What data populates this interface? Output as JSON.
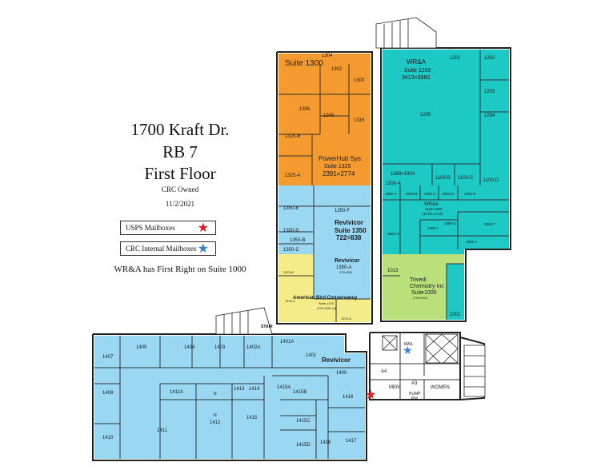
{
  "title": {
    "line1": "1700 Kraft Dr.",
    "line2": "RB 7",
    "line3": "First Floor",
    "owner": "CRC Owned",
    "date": "11/2/2021"
  },
  "legend": {
    "usps": "USPS Mailboxes",
    "usps_color": "#e01a1a",
    "crc": "CRC Internal Mailboxes",
    "crc_color": "#2f7fe0"
  },
  "note": "WR&A has First Right on Suite 1000",
  "colors": {
    "orange": "#f59a2e",
    "teal": "#1cc9c4",
    "blue": "#9ad7f3",
    "yellow": "#f3ec88",
    "green": "#b9e07a",
    "wall": "#222222"
  },
  "suites": {
    "s1300": "Suite 1300",
    "wra_name": "WR&A",
    "wra_suite": "Suite 1200",
    "wra_sf": "3413=3960",
    "powerhub_name": "PowerHub Sys.",
    "powerhub_suite": "Suite 1325",
    "powerhub_sf": "2391=2774",
    "rev1350_name": "Revivicor",
    "rev1350_suite": "Suite 1350",
    "rev1350_sf": "722=838",
    "rev_b_name": "Revivicor",
    "rev_b_room": "1350-A",
    "rev_b_sf": "476=558",
    "abc_name": "American Bird Conservancy",
    "abc_suite": "Suite 1375",
    "abc_sf": "(727=843 rsf)",
    "wra1050_name": "WR&A",
    "wra1050_suite": "Suite 1050",
    "wra1050_sf": "(1478=1712)",
    "trivedi_name": "Trivedi",
    "trivedi_name2": "Chemistry Inc",
    "trivedi_suite": "Suite1000",
    "trivedi_sf": "(794=921)",
    "rev_main": "Revivicor",
    "sf_1689": "1689=1924"
  },
  "rooms": {
    "r1304": "1304",
    "r1302": "1302",
    "r1300": "1300",
    "r1306": "1306",
    "r1308": "1308",
    "r1315": "1315",
    "r1325b": "1325-B",
    "r1325a": "1325-A",
    "r1201": "1201",
    "r1202": "1202",
    "r1203": "1203",
    "r1204": "1204",
    "r1205": "1205",
    "r1100b": "1100-B",
    "r1100c": "1100-C",
    "r1100d": "1100-D",
    "r1100a": "1100-A",
    "r1350e": "1350-E",
    "r1350f": "1350-F",
    "r1350d": "1350-D",
    "r1350b": "1350-B",
    "r1350c": "1350-C",
    "r1375b": "1375-B",
    "r1375c": "1375-C",
    "r1375a": "1375-A",
    "r1050a": "1050-A",
    "r1050b": "1050-B",
    "r1050c": "1050-C",
    "r1050d": "1050-D",
    "r1050e": "1050-E",
    "r1050f": "1050-F",
    "r1050g": "1050-G",
    "r1050h": "1050-H",
    "r1050i": "1050-I",
    "r1050j": "1050-J",
    "r1013": "1013",
    "r1001": "1001",
    "r1407": "1407",
    "r1405": "1405",
    "r1404": "1404",
    "r1403": "1403",
    "r1402a": "1402A",
    "r1401a": "1401A",
    "r1401": "1401",
    "r1400": "1400",
    "r1408": "1408",
    "r1411a": "1411A",
    "r1413": "1413",
    "r1414": "1414",
    "r1415a": "1415A",
    "r1415b": "1415B",
    "r1416": "1416",
    "r1411": "1411",
    "r1412": "1412",
    "r1415": "1415",
    "r1415c": "1415C",
    "r1410": "1410",
    "r1415d": "1415D",
    "r1418": "1418",
    "r1417": "1417"
  },
  "labels": {
    "stair": "STAIR",
    "mail": "MAIL",
    "men": "MEN",
    "women": "WOMEN",
    "pump": "PUMP",
    "rm": "RM",
    "a4": "A4",
    "a3": "A3",
    "n": "N"
  }
}
